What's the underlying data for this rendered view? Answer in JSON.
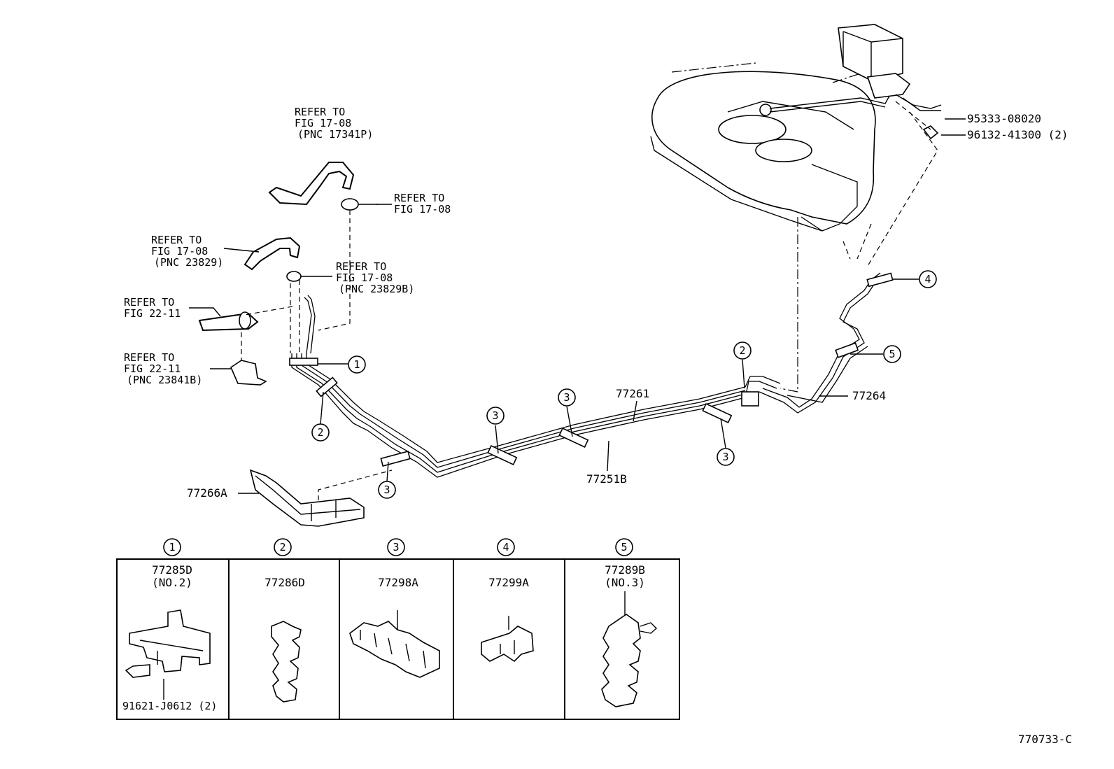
{
  "diagram_code": "770733-C",
  "refer_labels": [
    {
      "id": "r1",
      "lines": [
        "REFER TO",
        "FIG 17-08",
        "(PNC 17341P)"
      ]
    },
    {
      "id": "r2",
      "lines": [
        "REFER TO",
        "FIG 17-08"
      ]
    },
    {
      "id": "r3",
      "lines": [
        "REFER TO",
        "FIG 17-08",
        "(PNC 23829)"
      ]
    },
    {
      "id": "r4",
      "lines": [
        "REFER TO",
        "FIG 17-08",
        "(PNC 23829B)"
      ]
    },
    {
      "id": "r5",
      "lines": [
        "REFER TO",
        "FIG 22-11"
      ]
    },
    {
      "id": "r6",
      "lines": [
        "REFER TO",
        "FIG 22-11",
        "(PNC 23841B)"
      ]
    }
  ],
  "part_labels": {
    "p95333": "95333-08020",
    "p96132": "96132-41300 (2)",
    "p77261": "77261",
    "p77251B": "77251B",
    "p77264": "77264",
    "p77266A": "77266A"
  },
  "callouts": [
    "1",
    "2",
    "3",
    "3",
    "3",
    "3",
    "2",
    "3",
    "4",
    "5"
  ],
  "legend": {
    "columns": [
      {
        "num": "1",
        "part": "77285D",
        "sub": "(NO.2)",
        "extra": "91621-J0612 (2)"
      },
      {
        "num": "2",
        "part": "77286D",
        "sub": "",
        "extra": ""
      },
      {
        "num": "3",
        "part": "77298A",
        "sub": "",
        "extra": ""
      },
      {
        "num": "4",
        "part": "77299A",
        "sub": "",
        "extra": ""
      },
      {
        "num": "5",
        "part": "77289B",
        "sub": "(NO.3)",
        "extra": ""
      }
    ]
  }
}
